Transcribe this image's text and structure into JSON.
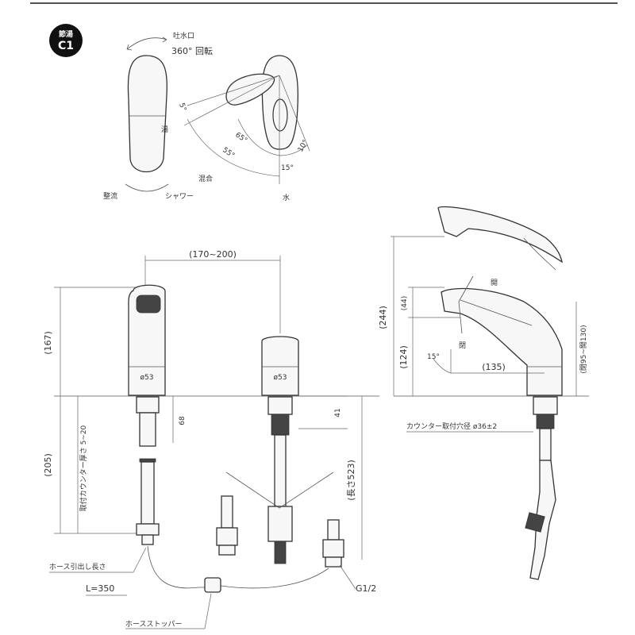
{
  "badge": {
    "line1": "節湯",
    "line2": "C1"
  },
  "top_view": {
    "spout_rotation": "吐水口",
    "spout_rotation_deg": "360° 回転",
    "angle_5": "5°",
    "angle_65": "65°",
    "angle_55": "55°",
    "angle_10": "10°",
    "angle_15": "15°",
    "label_hot": "湯",
    "label_mix": "混合",
    "label_cold": "水",
    "label_shower": "シャワー",
    "label_straight": "整流"
  },
  "front_view": {
    "span": "(170~200)",
    "height_167": "(167)",
    "height_205": "(205)",
    "dia_left": "ø53",
    "dia_right": "ø53",
    "dim_68": "68",
    "dim_41": "41",
    "counter_thickness": "取付カウンター厚さ 5~20",
    "length_523": "(長さ523)",
    "hose_pullout": "ホース引出し長さ",
    "hose_length": "L=350",
    "thread": "G1/2",
    "hose_stopper": "ホースストッパー"
  },
  "side_view": {
    "height_244": "(244)",
    "height_44": "(44)",
    "height_124": "(124)",
    "reach_135": "(135)",
    "angle_15": "15°",
    "label_open": "開",
    "label_close": "閉",
    "range_lever": "(閉95~開130)",
    "counter_hole": "カウンター取付穴径 ø36±2"
  }
}
